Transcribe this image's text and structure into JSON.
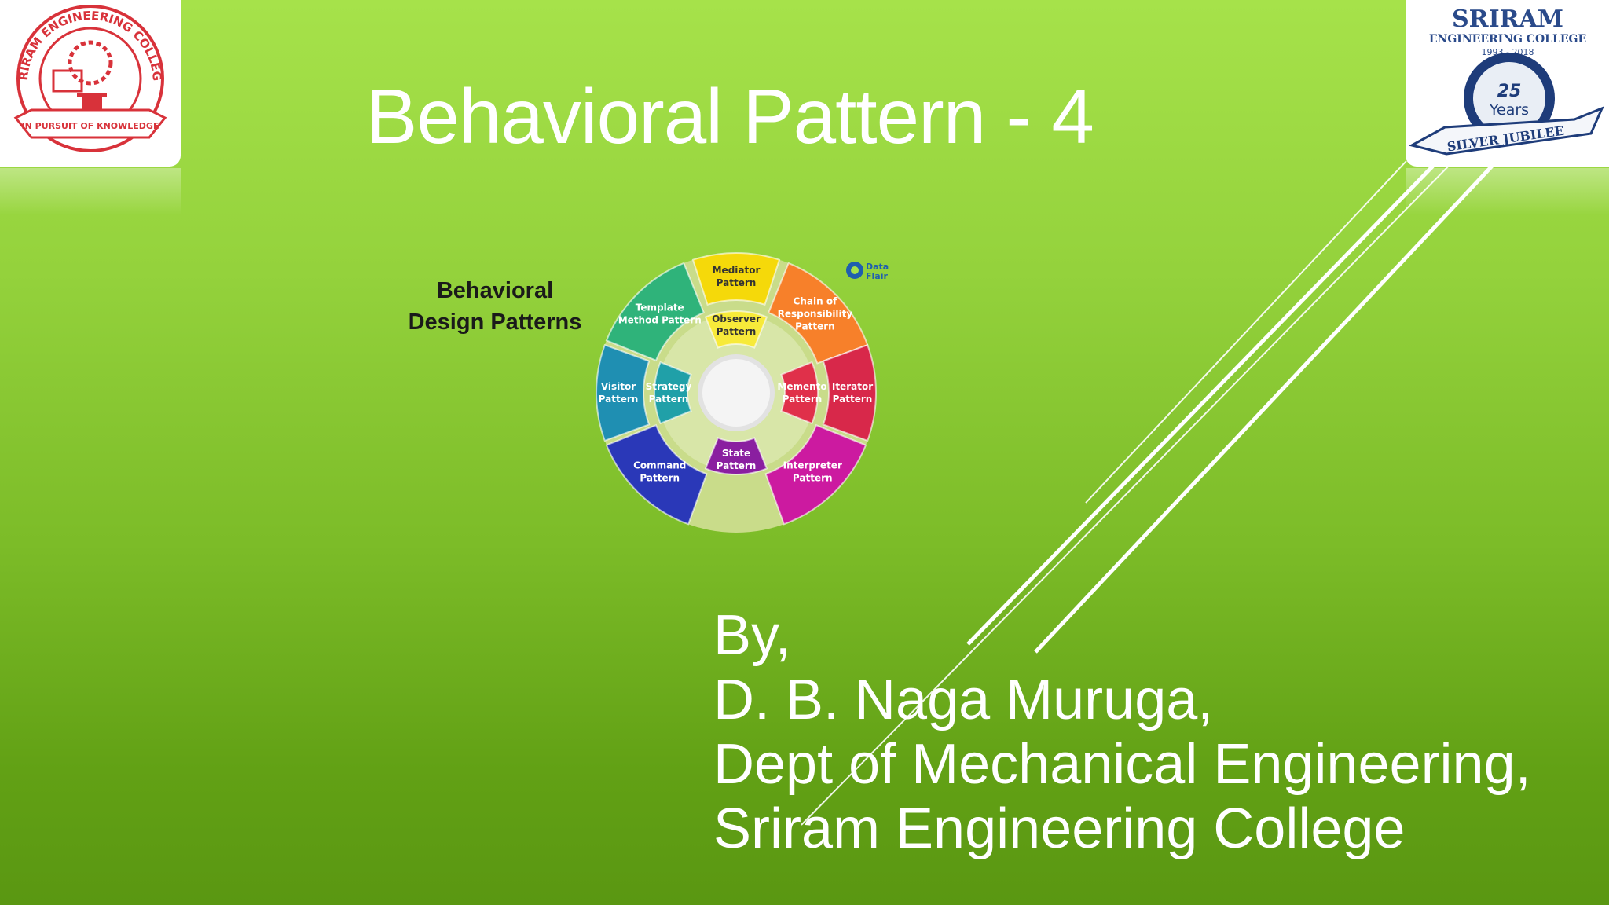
{
  "slide": {
    "title": "Behavioral Pattern - 4"
  },
  "logos": {
    "left": {
      "ring_text": "SRIRAM ENGINEERING COLLEGE",
      "motto": "IN PURSUIT OF KNOWLEDGE"
    },
    "right": {
      "name": "SRIRAM",
      "sub": "ENGINEERING COLLEGE",
      "years_range": "1993 - 2018",
      "number": "25",
      "years_label": "Years",
      "banner": "SILVER JUBILEE"
    }
  },
  "diagram": {
    "heading_line1": "Behavioral",
    "heading_line2": "Design Patterns",
    "brand": "Data Flair",
    "segments": [
      {
        "line1": "Mediator",
        "line2": "Pattern",
        "line3": "",
        "color": "#f5d90a"
      },
      {
        "line1": "Observer",
        "line2": "Pattern",
        "line3": "",
        "color": "#f7ea3a"
      },
      {
        "line1": "Chain of",
        "line2": "Responsibility",
        "line3": "Pattern",
        "color": "#f7802a"
      },
      {
        "line1": "Memento",
        "line2": "Pattern",
        "line3": "",
        "color": "#e0304a"
      },
      {
        "line1": "Iterator",
        "line2": "Pattern",
        "line3": "",
        "color": "#d8284a"
      },
      {
        "line1": "Interpreter",
        "line2": "Pattern",
        "line3": "",
        "color": "#cc1aa0"
      },
      {
        "line1": "State",
        "line2": "Pattern",
        "line3": "",
        "color": "#8a1fa0"
      },
      {
        "line1": "Command",
        "line2": "Pattern",
        "line3": "",
        "color": "#2a38b8"
      },
      {
        "line1": "Visitor",
        "line2": "Pattern",
        "line3": "",
        "color": "#1f8fb2"
      },
      {
        "line1": "Strategy",
        "line2": "Pattern",
        "line3": "",
        "color": "#20a0a8"
      },
      {
        "line1": "Template",
        "line2": "Method Pattern",
        "line3": "",
        "color": "#2fb37a"
      }
    ]
  },
  "byline": {
    "line1": "By,",
    "line2": "D. B. Naga Muruga,",
    "line3": "Dept of Mechanical Engineering,",
    "line4": "Sriram Engineering College"
  }
}
